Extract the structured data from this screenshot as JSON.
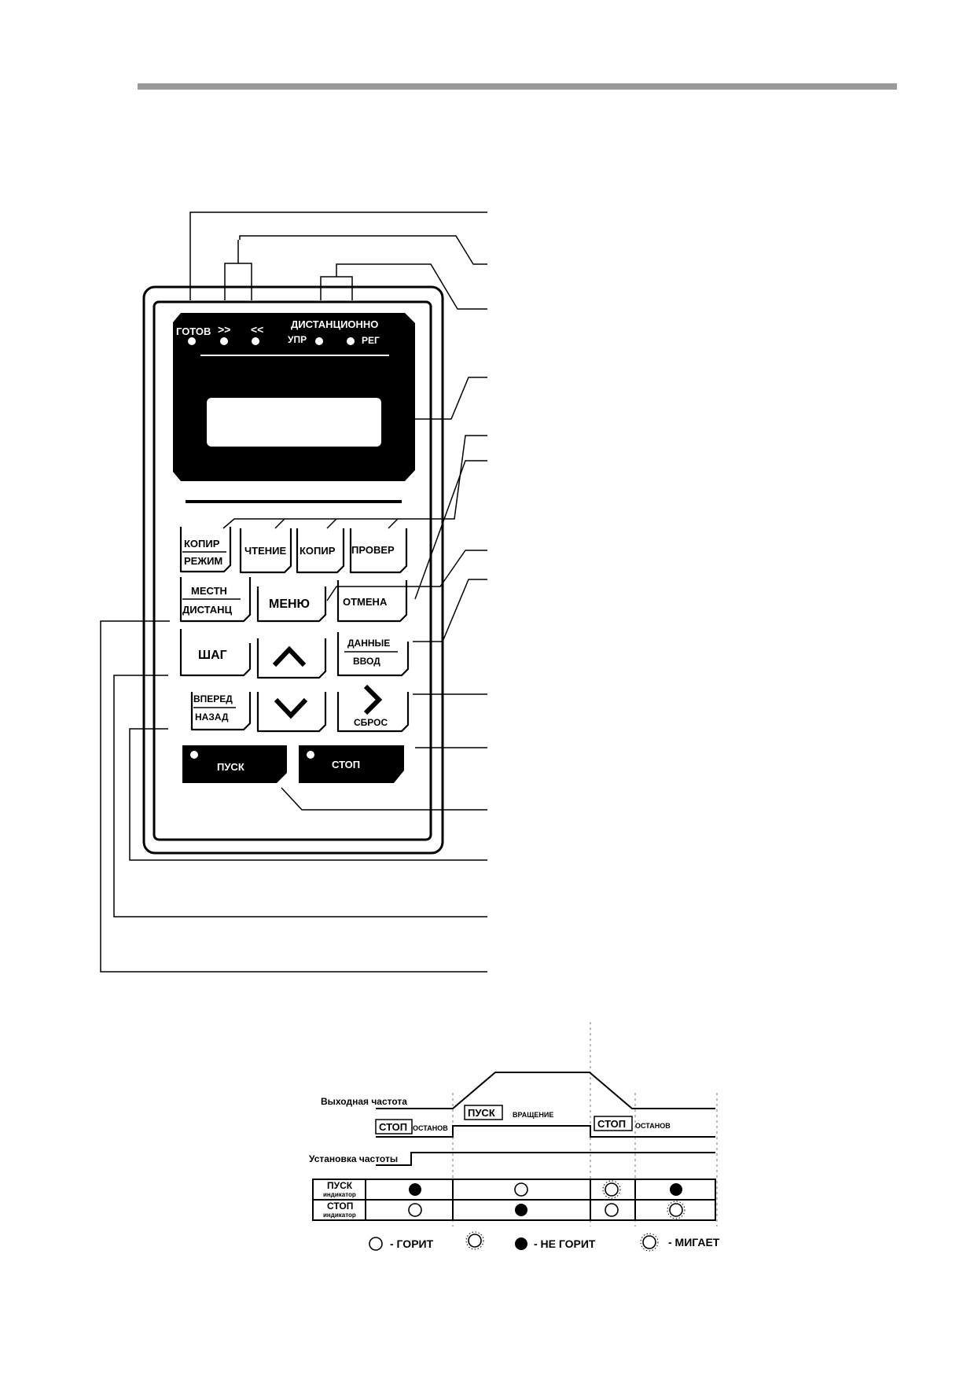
{
  "panel": {
    "indicators": {
      "ready": "ГОТОВ",
      "fwd": ">>",
      "rev": "<<",
      "remote": "ДИСТАНЦИОННО",
      "ctrl": "УПР",
      "ref": "РЕГ"
    },
    "keys": {
      "copy_mode_top": "КОПИР",
      "copy_mode_bottom": "РЕЖИМ",
      "read": "ЧТЕНИЕ",
      "copy": "КОПИР",
      "verify": "ПРОВЕР",
      "local_top": "МЕСТН",
      "local_bottom": "ДИСТАНЦ",
      "menu": "МЕНЮ",
      "cancel": "ОТМЕНА",
      "jog": "ШАГ",
      "data_top": "ДАННЫЕ",
      "data_bottom": "ВВОД",
      "dir_top": "ВПЕРЕД",
      "dir_bottom": "НАЗАД",
      "reset": "СБРОС",
      "run": "ПУСК",
      "stop": "СТОП"
    }
  },
  "timing": {
    "output_freq_label": "Выходная частота",
    "freq_setting_label": "Установка частоты",
    "stop_key": "СТОП",
    "stopped_1": "ОСТАНОВ",
    "run_key": "ПУСК",
    "rotation": "ВРАЩЕНИЕ",
    "stop_key_2": "СТОП",
    "stopped_2": "ОСТАНОВ",
    "run_row_title": "ПУСК",
    "run_row_sub": "индикатор",
    "stop_row_title": "СТОП",
    "stop_row_sub": "индикатор",
    "run_states": [
      "off",
      "on",
      "blink",
      "off"
    ],
    "stop_states": [
      "on",
      "off",
      "on",
      "blink"
    ]
  },
  "legend": {
    "on": "- ГОРИТ",
    "off": "- НЕ ГОРИТ",
    "blink": "- МИГАЕТ"
  }
}
